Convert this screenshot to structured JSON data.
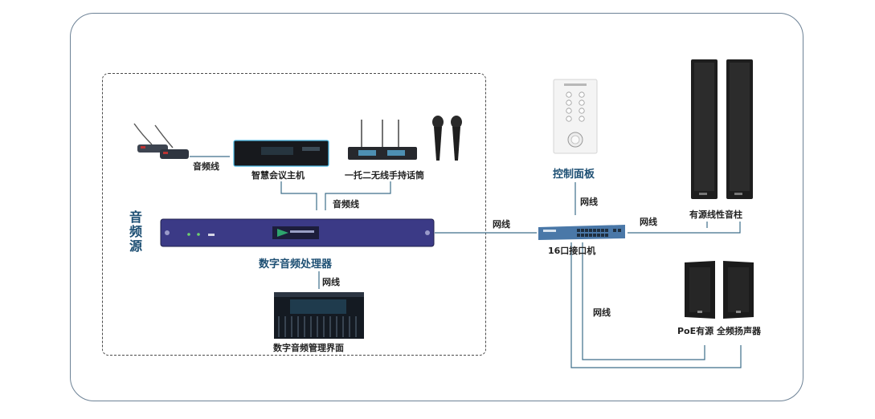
{
  "audio_source": {
    "chars": [
      "音",
      "频",
      "源"
    ]
  },
  "devices": {
    "conference_host": "智慧会议主机",
    "wireless_mic": "一托二无线手持话筒",
    "dsp": "数字音频处理器",
    "dsp_ui": "数字音频管理界面",
    "control_panel": "控制面板",
    "switch": "16口接口机",
    "column_speaker": "有源线性音柱",
    "poe_speaker": "PoE有源 全频扬声器"
  },
  "cables": {
    "audio_mic": "音频线",
    "audio_dsp": "音频线",
    "net_dsp_ui": "网线",
    "net_dsp_switch": "网线",
    "net_panel": "网线",
    "net_column": "网线",
    "net_poe": "网线"
  },
  "colors": {
    "frame": "#6d8296",
    "wire": "#3d6e8a",
    "accent": "#1d4f73",
    "dsp_body": "#3b3a86"
  }
}
